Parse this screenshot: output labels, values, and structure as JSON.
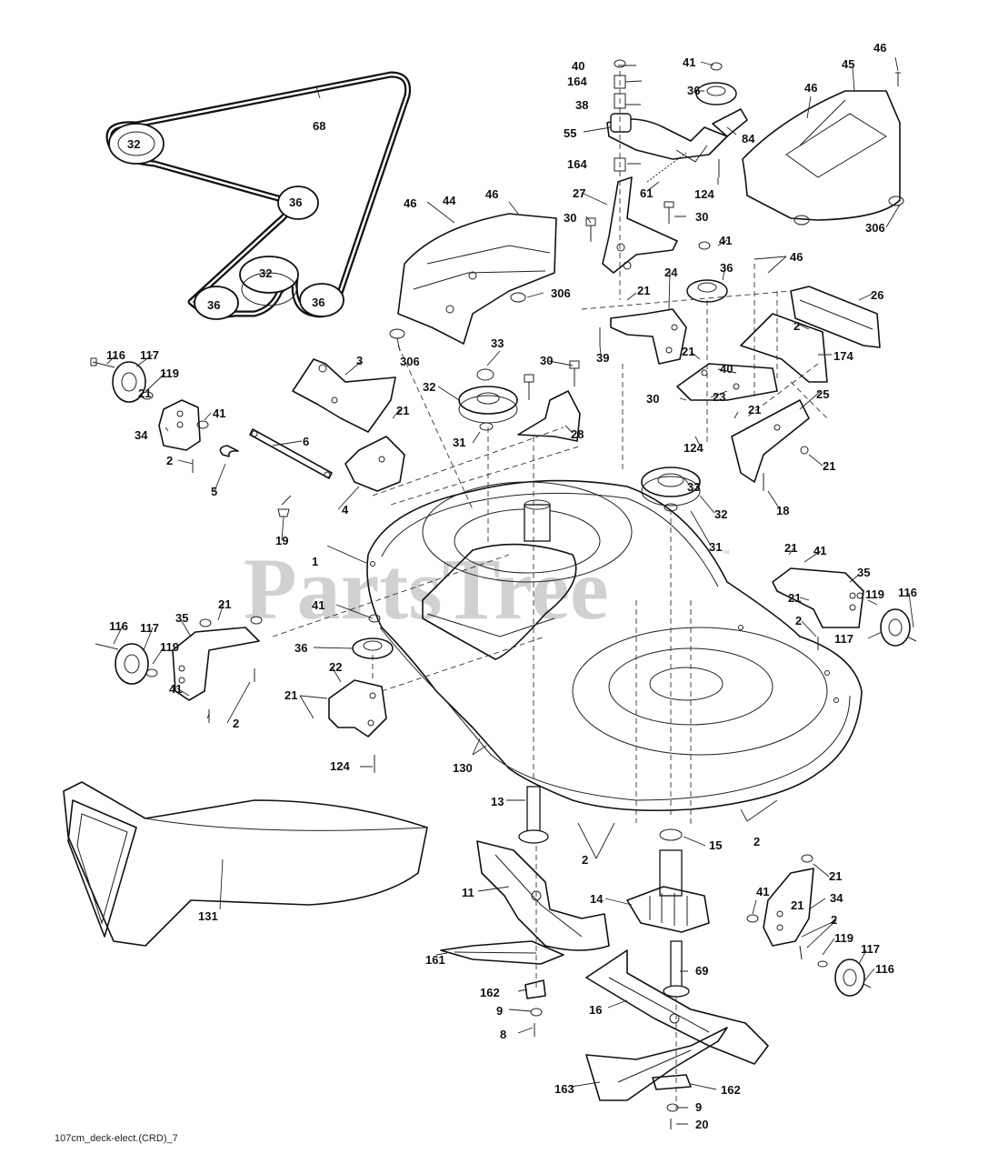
{
  "watermark": "PartsTree",
  "trademark": "™",
  "drawing_ref": "107cm_deck-elect.(CRD)_7",
  "callouts": {
    "c1": "1",
    "c2a": "2",
    "c2b": "2",
    "c2c": "2",
    "c2d": "2",
    "c2e": "2",
    "c2f": "2",
    "c2g": "2",
    "c3": "3",
    "c4": "4",
    "c5": "5",
    "c6": "6",
    "c8": "8",
    "c9a": "9",
    "c9b": "9",
    "c11": "11",
    "c13": "13",
    "c14": "14",
    "c15": "15",
    "c16": "16",
    "c18": "18",
    "c19": "19",
    "c20": "20",
    "c21a": "21",
    "c21b": "21",
    "c21c": "21",
    "c21d": "21",
    "c21e": "21",
    "c21f": "21",
    "c21g": "21",
    "c21h": "21",
    "c21i": "21",
    "c21j": "21",
    "c21k": "21",
    "c21l": "21",
    "c22": "22",
    "c23": "23",
    "c24": "24",
    "c25": "25",
    "c26": "26",
    "c27": "27",
    "c28": "28",
    "c30a": "30",
    "c30b": "30",
    "c30c": "30",
    "c30d": "30",
    "c31a": "31",
    "c31b": "31",
    "c32a": "32",
    "c32b": "32",
    "c32c": "32",
    "c32d": "32",
    "c33a": "33",
    "c33b": "33",
    "c34a": "34",
    "c34b": "34",
    "c35a": "35",
    "c35b": "35",
    "c36a": "36",
    "c36b": "36",
    "c36c": "36",
    "c36d": "36",
    "c36e": "36",
    "c36f": "36",
    "c38": "38",
    "c39": "39",
    "c40a": "40",
    "c40b": "40",
    "c41a": "41",
    "c41b": "41",
    "c41c": "41",
    "c41d": "41",
    "c41e": "41",
    "c41f": "41",
    "c41g": "41",
    "c44": "44",
    "c45": "45",
    "c46a": "46",
    "c46b": "46",
    "c46c": "46",
    "c46d": "46",
    "c46e": "46",
    "c55": "55",
    "c61": "61",
    "c68": "68",
    "c69": "69",
    "c84": "84",
    "c116a": "116",
    "c116b": "116",
    "c116c": "116",
    "c116d": "116",
    "c117a": "117",
    "c117b": "117",
    "c117c": "117",
    "c117d": "117",
    "c119a": "119",
    "c119b": "119",
    "c119c": "119",
    "c119d": "119",
    "c124a": "124",
    "c124b": "124",
    "c124c": "124",
    "c130": "130",
    "c131": "131",
    "c161": "161",
    "c162a": "162",
    "c162b": "162",
    "c163": "163",
    "c164a": "164",
    "c164b": "164",
    "c174": "174",
    "c306a": "306",
    "c306b": "306",
    "c306c": "306"
  }
}
